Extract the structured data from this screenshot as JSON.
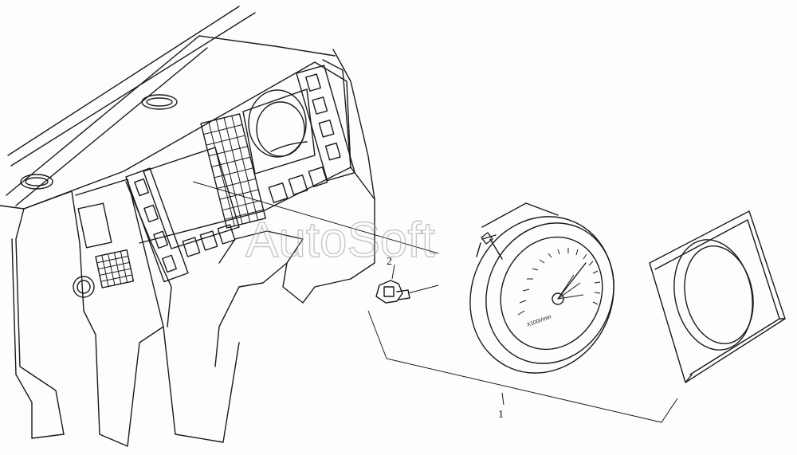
{
  "diagram": {
    "callouts": [
      {
        "number": "1",
        "part": "tachometer-assembly"
      },
      {
        "number": "2",
        "part": "bulb-socket"
      }
    ],
    "gauge_unit_label": "X100r/min",
    "watermark": "AutoSoft",
    "colors": {
      "line": "#1a1a1a",
      "background": "#fdfdfd",
      "watermark": "#9a9a9a"
    }
  }
}
